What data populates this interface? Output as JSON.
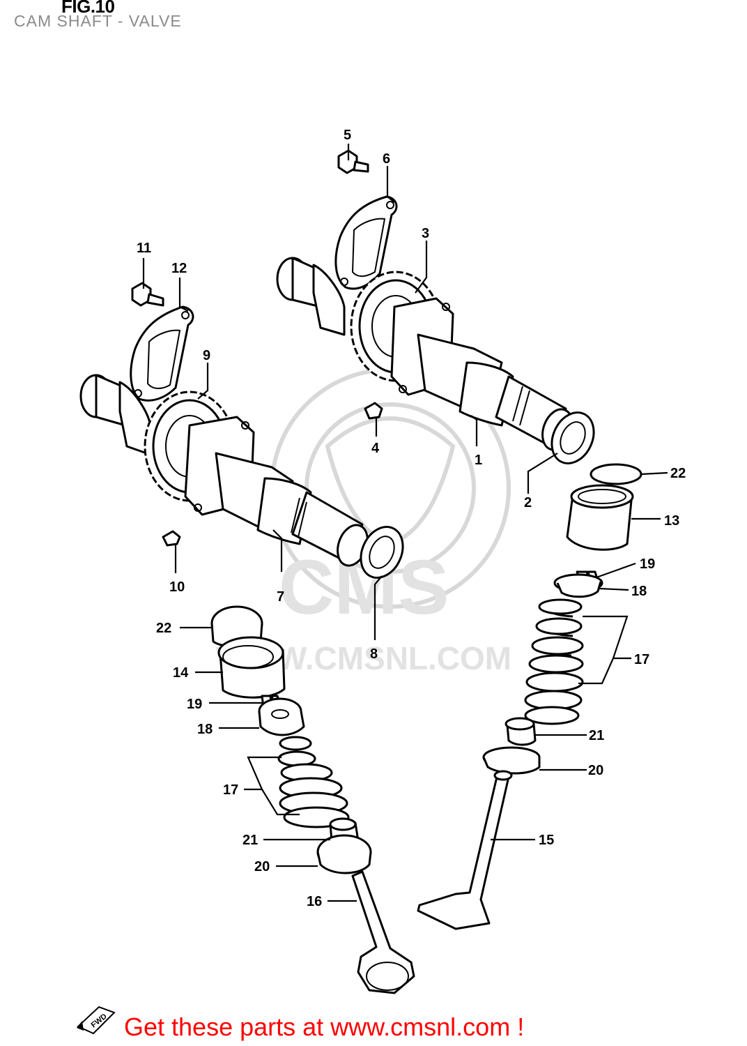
{
  "figure": {
    "title": "FIG.10",
    "subtitle": "CAM SHAFT - VALVE"
  },
  "callouts": [
    {
      "id": "lbl-1",
      "text": "1"
    },
    {
      "id": "lbl-2",
      "text": "2"
    },
    {
      "id": "lbl-3",
      "text": "3"
    },
    {
      "id": "lbl-4",
      "text": "4"
    },
    {
      "id": "lbl-5",
      "text": "5"
    },
    {
      "id": "lbl-6",
      "text": "6"
    },
    {
      "id": "lbl-7",
      "text": "7"
    },
    {
      "id": "lbl-8",
      "text": "8"
    },
    {
      "id": "lbl-9",
      "text": "9"
    },
    {
      "id": "lbl-10",
      "text": "10"
    },
    {
      "id": "lbl-11",
      "text": "11"
    },
    {
      "id": "lbl-12",
      "text": "12"
    },
    {
      "id": "lbl-13",
      "text": "13"
    },
    {
      "id": "lbl-14",
      "text": "14"
    },
    {
      "id": "lbl-15",
      "text": "15"
    },
    {
      "id": "lbl-16",
      "text": "16"
    },
    {
      "id": "lbl-17a",
      "text": "17"
    },
    {
      "id": "lbl-17b",
      "text": "17"
    },
    {
      "id": "lbl-18a",
      "text": "18"
    },
    {
      "id": "lbl-18b",
      "text": "18"
    },
    {
      "id": "lbl-19a",
      "text": "19"
    },
    {
      "id": "lbl-19b",
      "text": "19"
    },
    {
      "id": "lbl-20a",
      "text": "20"
    },
    {
      "id": "lbl-20b",
      "text": "20"
    },
    {
      "id": "lbl-21a",
      "text": "21"
    },
    {
      "id": "lbl-21b",
      "text": "21"
    },
    {
      "id": "lbl-22a",
      "text": "22"
    },
    {
      "id": "lbl-22b",
      "text": "22"
    }
  ],
  "watermark": {
    "brand": "CMS",
    "url": "WWW.CMSNL.COM"
  },
  "footer": {
    "cta": "Get these parts at www.cmsnl.com !",
    "badge": "FWD"
  },
  "colors": {
    "cta": "#ff0000",
    "subtitle": "#8a8a8a",
    "watermark": "#d8d8d8"
  }
}
